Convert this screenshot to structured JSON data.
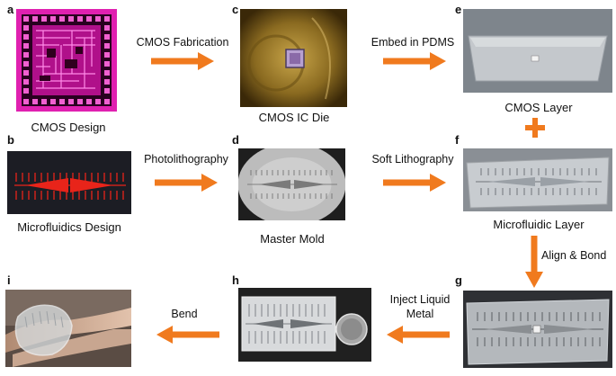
{
  "panels": {
    "a": {
      "letter": "a",
      "caption": "CMOS Design"
    },
    "b": {
      "letter": "b",
      "caption": "Microfluidics Design"
    },
    "c": {
      "letter": "c",
      "caption": "CMOS IC Die"
    },
    "d": {
      "letter": "d",
      "caption": "Master Mold"
    },
    "e": {
      "letter": "e",
      "caption": "CMOS Layer"
    },
    "f": {
      "letter": "f",
      "caption": "Microfluidic Layer"
    },
    "g": {
      "letter": "g"
    },
    "h": {
      "letter": "h"
    },
    "i": {
      "letter": "i"
    }
  },
  "arrows": {
    "a_to_c": "CMOS Fabrication",
    "c_to_e": "Embed in PDMS",
    "b_to_d": "Photolithography",
    "d_to_f": "Soft Lithography",
    "f_to_g": "Align & Bond",
    "g_to_h_line1": "Inject Liquid",
    "g_to_h_line2": "Metal",
    "h_to_i": "Bend"
  },
  "colors": {
    "arrow": "#f07a1e",
    "plus": "#f07a1e",
    "cmos_magenta": "#e020b0",
    "microfluidic_red": "#e8241a"
  },
  "icons": [
    "right-arrow-icon",
    "left-arrow-icon",
    "down-arrow-icon",
    "plus-icon"
  ]
}
